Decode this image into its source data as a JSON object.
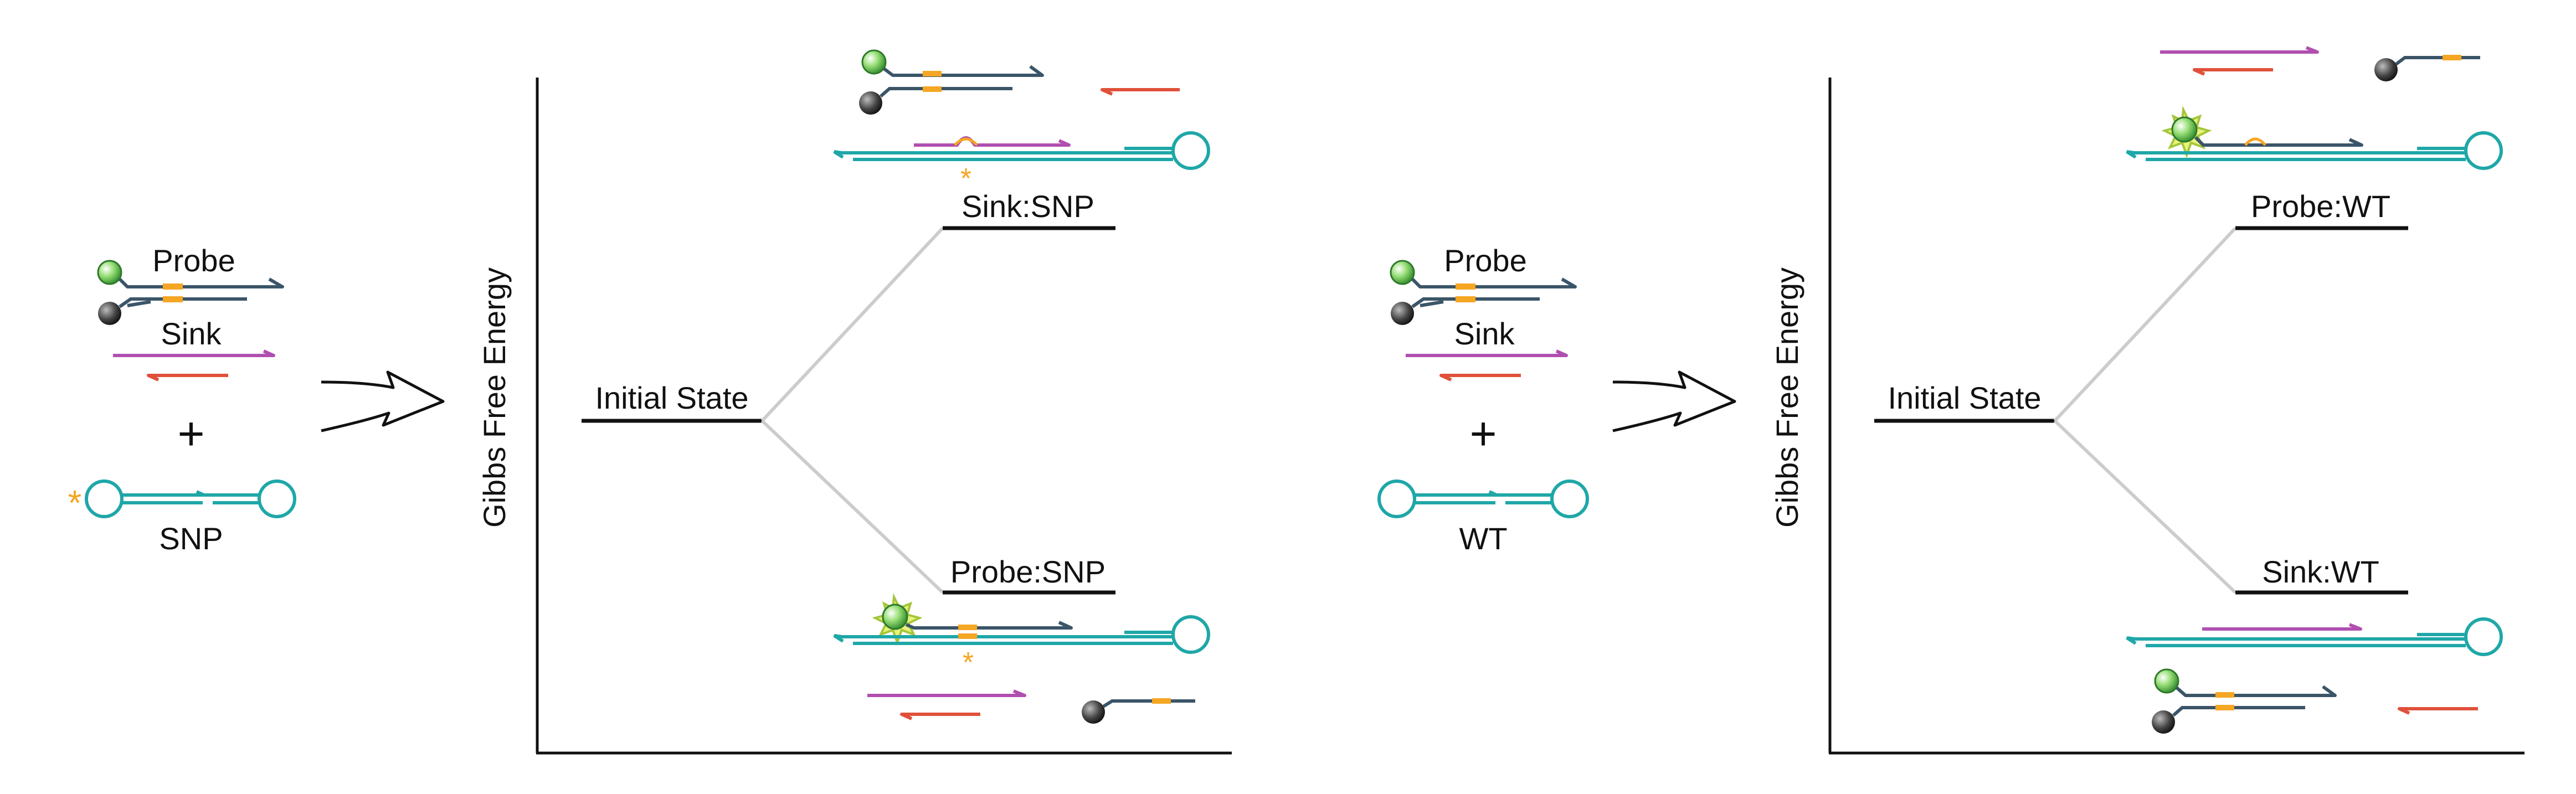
{
  "colors": {
    "probe_strand": "#3b5568",
    "sink_strand": "#b04fb0",
    "sink_complement": "#e0503a",
    "target_strand": "#1fa7a8",
    "snp_marker": "#f5a623",
    "fluorophore": "#6cc24a",
    "quencher": "#3a3a3a",
    "fluor_burst": "#a4c639",
    "energy_line": "#cccccc",
    "axis": "#111111"
  },
  "icons": {
    "reaction_arrow": "open-arrow-icon",
    "fluorophore": "green-sphere-icon",
    "quencher": "black-sphere-icon",
    "snp_marker": "asterisk-icon",
    "fluorescence": "starburst-icon"
  },
  "panels": [
    {
      "reactants": {
        "probe_label": "Probe",
        "sink_label": "Sink",
        "plus": "+",
        "target_label": "SNP",
        "snp_mark": "*"
      },
      "diagram": {
        "ylabel": "Gibbs Free Energy",
        "initial_label": "Initial State",
        "upper_label": "Sink:SNP",
        "lower_label": "Probe:SNP",
        "snp_mark": "*"
      }
    },
    {
      "reactants": {
        "probe_label": "Probe",
        "sink_label": "Sink",
        "plus": "+",
        "target_label": "WT"
      },
      "diagram": {
        "ylabel": "Gibbs Free Energy",
        "initial_label": "Initial State",
        "upper_label": "Probe:WT",
        "lower_label": "Sink:WT"
      }
    }
  ]
}
